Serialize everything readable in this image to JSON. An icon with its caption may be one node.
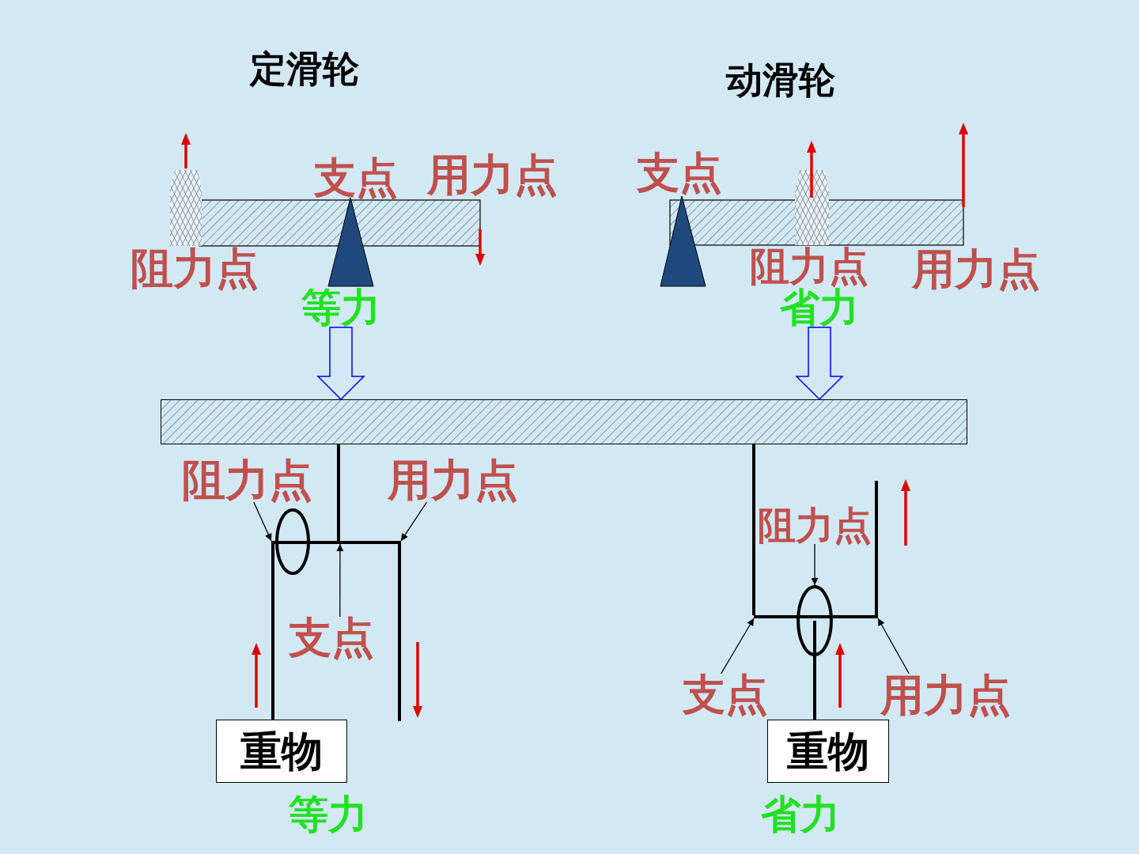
{
  "diagram": {
    "nodes": [
      {
        "text": [
          "等力"
        ]
      },
      {
        "text": [
          "省力"
        ]
      },
      {
        "text": [],
        "shape": "box"
      },
      {
        "text": [
          "阻力点"
        ]
      },
      {
        "text": [
          "用力点"
        ]
      },
      {
        "text": [],
        "shape": "bar"
      },
      {
        "text": [],
        "shape": "ellipse"
      },
      {
        "text": [
          "支点"
        ]
      },
      {
        "text": [
          "重物"
        ],
        "beside": [
          "等力"
        ]
      },
      {
        "text": [
          "阻力点"
        ]
      },
      {
        "text": [],
        "shape": "bar"
      },
      {
        "text": [],
        "shape": "ellipse"
      },
      {
        "text": [
          "支点"
        ]
      },
      {
        "text": [
          "用力点"
        ]
      },
      {
        "text": [
          "重物"
        ],
        "beside": [
          "省力"
        ]
      }
    ],
    "edges": [
      {
        "from": 0,
        "to": 2,
        "arrow": "to",
        "style": "thick",
        "color": "#0000ff"
      },
      {
        "from": 1,
        "to": 2,
        "arrow": "to",
        "style": "thick",
        "color": "#0000ff"
      },
      {
        "from": 2,
        "to": 5,
        "arrow": "none",
        "style": "thick"
      },
      {
        "from": 5,
        "to": 8,
        "arrow": "none",
        "style": "thick"
      },
      {
        "from": 5,
        "to": null,
        "arrow": "none",
        "style": "thick"
      },
      {
        "from": 3,
        "to": 5,
        "arrow": "to"
      },
      {
        "from": 4,
        "to": 5,
        "arrow": "to"
      },
      {
        "from": 7,
        "to": 5,
        "arrow": "to"
      },
      {
        "from": 2,
        "to": 10,
        "arrow": "none",
        "style": "thick"
      },
      {
        "from": 10,
        "to": null,
        "arrow": "none",
        "style": "thick"
      },
      {
        "from": 11,
        "to": 14,
        "arrow": "none",
        "style": "thick"
      },
      {
        "from": 9,
        "to": 11,
        "arrow": "to"
      },
      {
        "from": 12,
        "to": 10,
        "arrow": "to"
      },
      {
        "from": 13,
        "to": 10,
        "arrow": "to"
      }
    ],
    "labels": [
      "定滑轮",
      "动滑轮",
      "支点",
      "用力点",
      "支点",
      "阻力点",
      "阻力点",
      "用力点"
    ]
  }
}
